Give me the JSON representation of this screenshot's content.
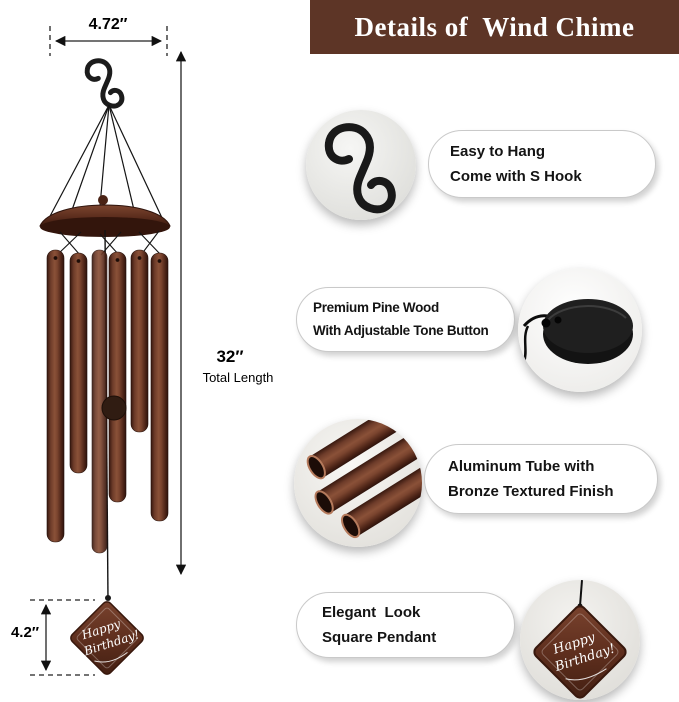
{
  "header": {
    "title": "Details of  Wind Chime",
    "bg_color": "#5d3526",
    "text_color": "#ffffff"
  },
  "measurements": {
    "hook_width": "4.72″",
    "total_length_value": "32″",
    "total_length_label": "Total Length",
    "pendant_size": "4.2″"
  },
  "pendant": {
    "line1": "Happy",
    "line2": "Birthday!"
  },
  "features": [
    {
      "line1": "Easy to Hang",
      "line2": "Come with S Hook",
      "photo": "s-hook"
    },
    {
      "line1": "Premium Pine Wood",
      "line2": "With Adjustable Tone Button",
      "photo": "pine-wood-tone-button"
    },
    {
      "line1": "Aluminum Tube with",
      "line2": "Bronze Textured Finish",
      "photo": "bronze-tubes"
    },
    {
      "line1": "Elegant  Look",
      "line2": "Square Pendant",
      "photo": "square-pendant"
    }
  ],
  "colors": {
    "banner_brown": "#5d3526",
    "bronze": "#6e3c2a",
    "hook_black": "#1c1c1c"
  }
}
